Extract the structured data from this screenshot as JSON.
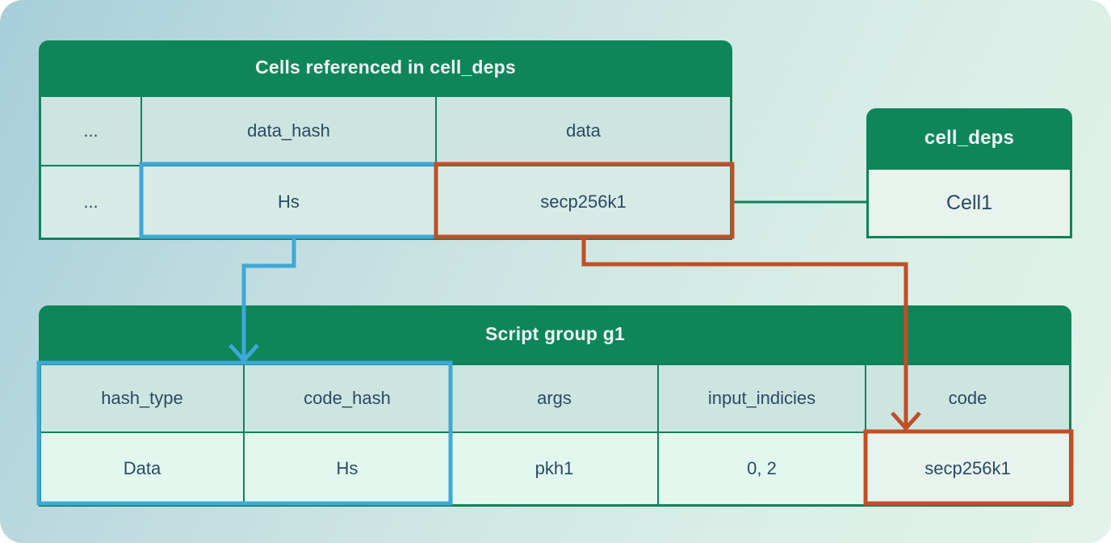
{
  "diagram": {
    "cells_table": {
      "title": "Cells referenced in cell_deps",
      "header_row": [
        "...",
        "data_hash",
        "data"
      ],
      "value_row": [
        "...",
        "Hs",
        "secp256k1"
      ]
    },
    "cell_deps_table": {
      "title": "cell_deps",
      "value": "Cell1"
    },
    "script_table": {
      "title": "Script group g1",
      "header_row": [
        "hash_type",
        "code_hash",
        "args",
        "input_indicies",
        "code"
      ],
      "value_row": [
        "Data",
        "Hs",
        "pkh1",
        "0, 2",
        "secp256k1"
      ]
    },
    "colors": {
      "header_green": "#0e8659",
      "border_green": "#11815a",
      "highlight_blue": "#3ea8d8",
      "highlight_red": "#c04f28",
      "cell_text": "#2b4a63"
    }
  }
}
